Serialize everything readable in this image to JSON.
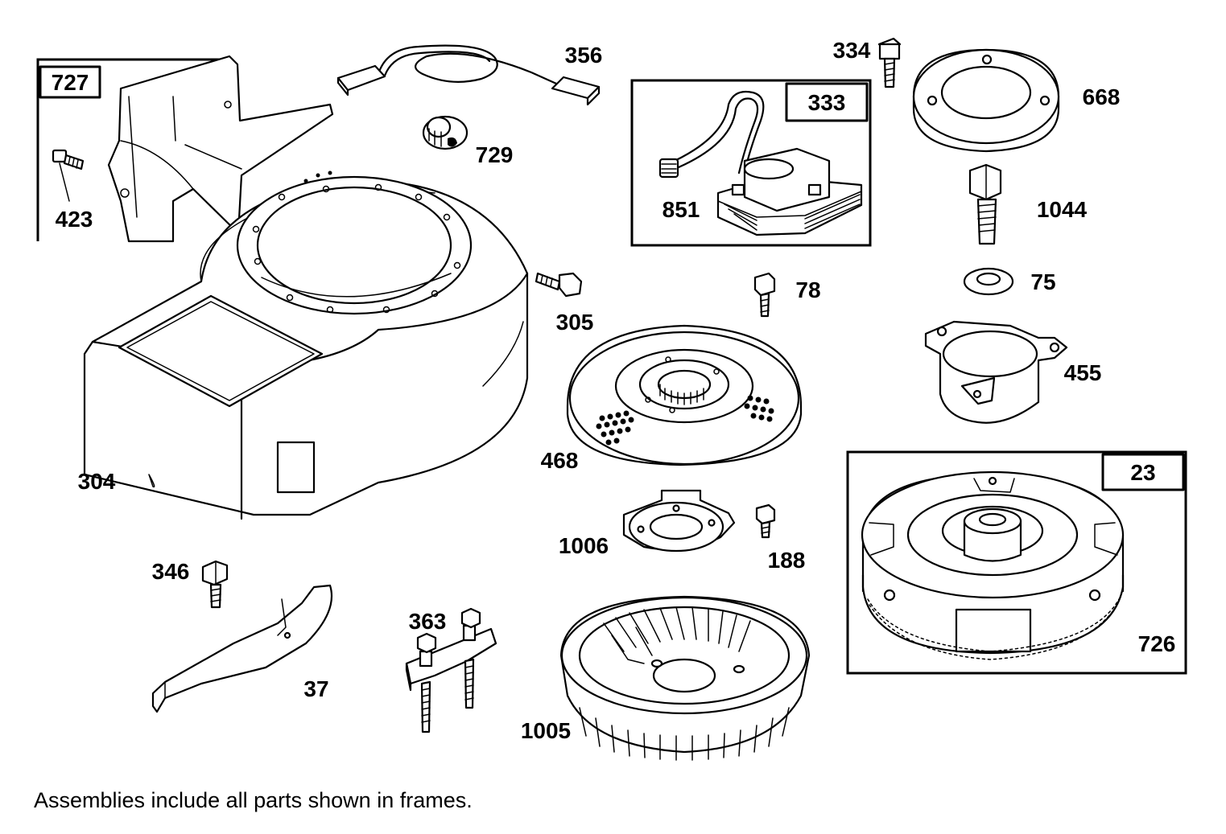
{
  "frames": {
    "f727": "727",
    "f333": "333",
    "f23": "23"
  },
  "parts": {
    "p423": "423",
    "p356": "356",
    "p729": "729",
    "p851": "851",
    "p334": "334",
    "p668": "668",
    "p1044": "1044",
    "p75": "75",
    "p78": "78",
    "p305": "305",
    "p455": "455",
    "p468": "468",
    "p304": "304",
    "p1006": "1006",
    "p188": "188",
    "p726": "726",
    "p346": "346",
    "p363": "363",
    "p37": "37",
    "p1005": "1005"
  },
  "footnote": "Assemblies include all parts shown in frames."
}
